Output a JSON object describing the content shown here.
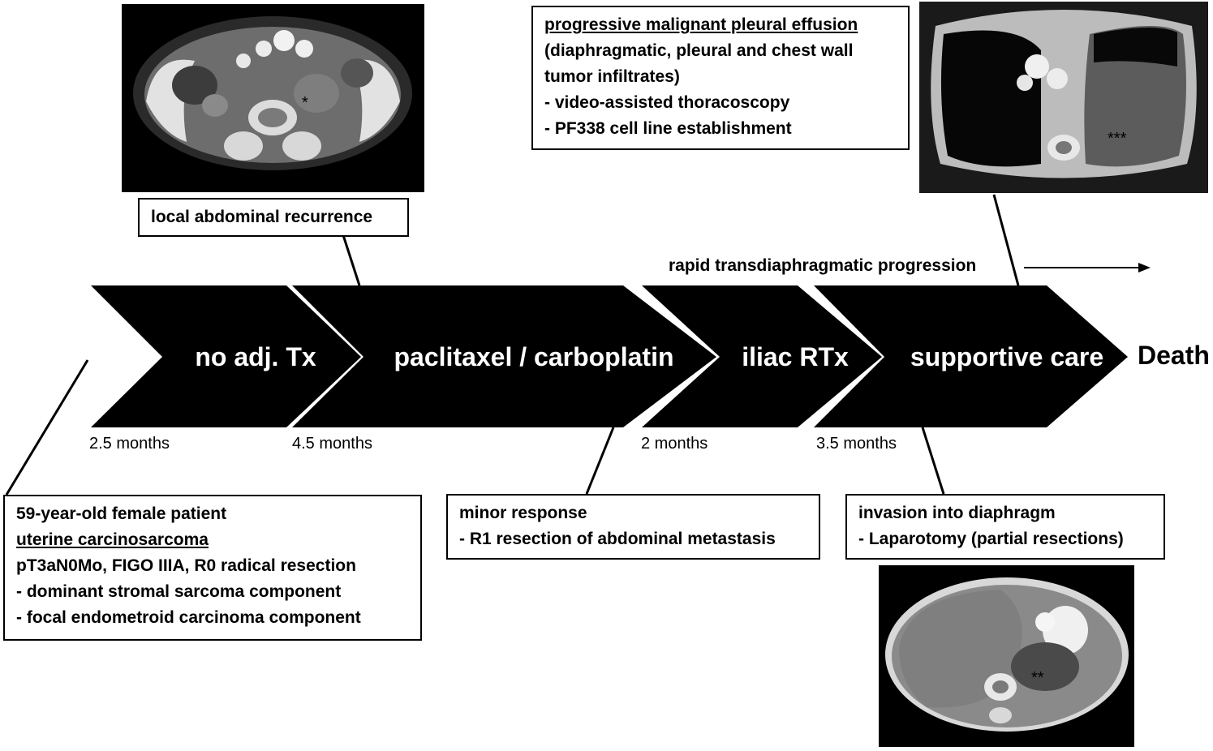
{
  "phases": [
    {
      "label": "no adj. Tx",
      "duration": "2.5 months"
    },
    {
      "label": "paclitaxel / carboplatin",
      "duration": "4.5 months"
    },
    {
      "label": "iliac RTx",
      "duration": "2 months"
    },
    {
      "label": "supportive care",
      "duration": "3.5 months"
    }
  ],
  "end_label": "Death",
  "progression_label": "rapid transdiaphragmatic progression",
  "boxes": {
    "initial": {
      "line1": "59-year-old female patient",
      "line2": "uterine carcinosarcoma",
      "line3": "pT3aN0Mo, FIGO IIIA, R0 radical resection",
      "line4": "- dominant stromal sarcoma component",
      "line5": "- focal endometroid carcinoma component"
    },
    "recurrence": {
      "line1": "local abdominal recurrence"
    },
    "response": {
      "line1": "minor response",
      "line2": "- R1 resection of abdominal metastasis"
    },
    "invasion": {
      "line1": "invasion into diaphragm",
      "line2": "- Laparotomy (partial resections)"
    },
    "effusion": {
      "line1": "progressive malignant pleural effusion",
      "line2": "(diaphragmatic, pleural and chest wall",
      "line3": "tumor infiltrates)",
      "line4": "- video-assisted thoracoscopy",
      "line5": "- PF338 cell line establishment"
    }
  },
  "ct_marks": {
    "pelvis": "*",
    "abdomen": "**",
    "thorax": "***"
  }
}
